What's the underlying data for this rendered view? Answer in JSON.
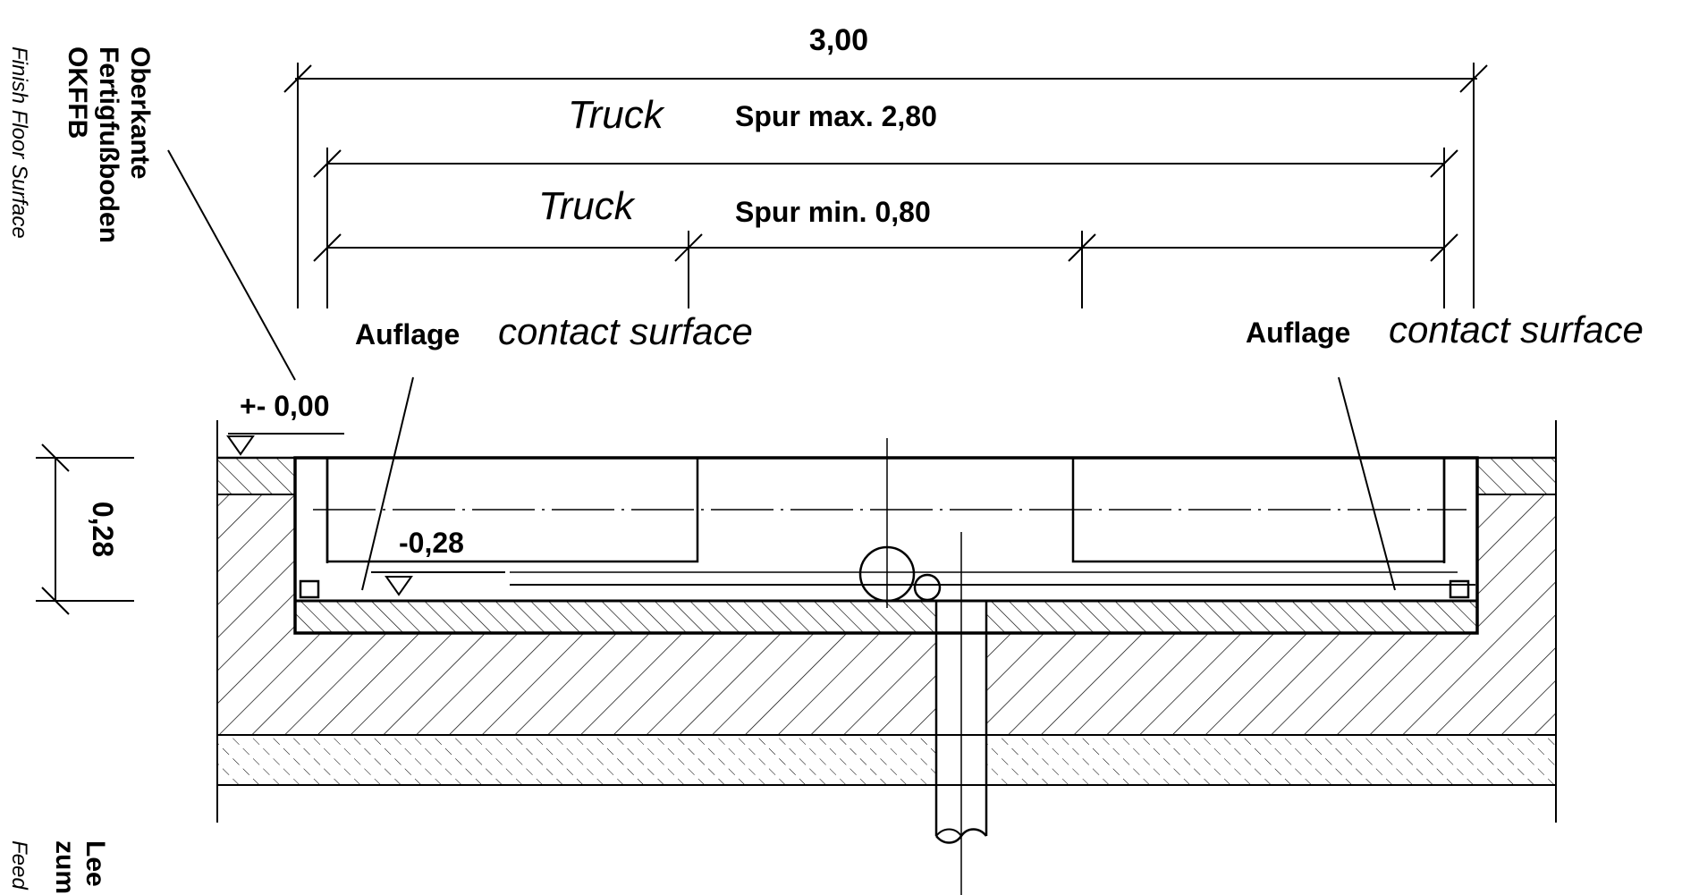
{
  "dimensions": {
    "overall_width": "3,00",
    "track_max_label": "Truck",
    "track_max_text": "Spur max.  2,80",
    "track_min_label": "Truck",
    "track_min_text": "Spur min. 0,80",
    "depth": "0,28"
  },
  "levels": {
    "top": "+- 0,00",
    "bottom": "-0,28"
  },
  "contact_surface": {
    "left_de": "Auflage",
    "left_en": "contact surface",
    "right_de": "Auflage",
    "right_en": "contact surface"
  },
  "floor_note": {
    "line1": "Oberkante",
    "line2": "Fertigfußboden",
    "line3": "OKFFB",
    "english": "Finish Floor Surface"
  },
  "drain_note": {
    "line1": "Lee",
    "line2": "zum",
    "english": "Feed"
  }
}
